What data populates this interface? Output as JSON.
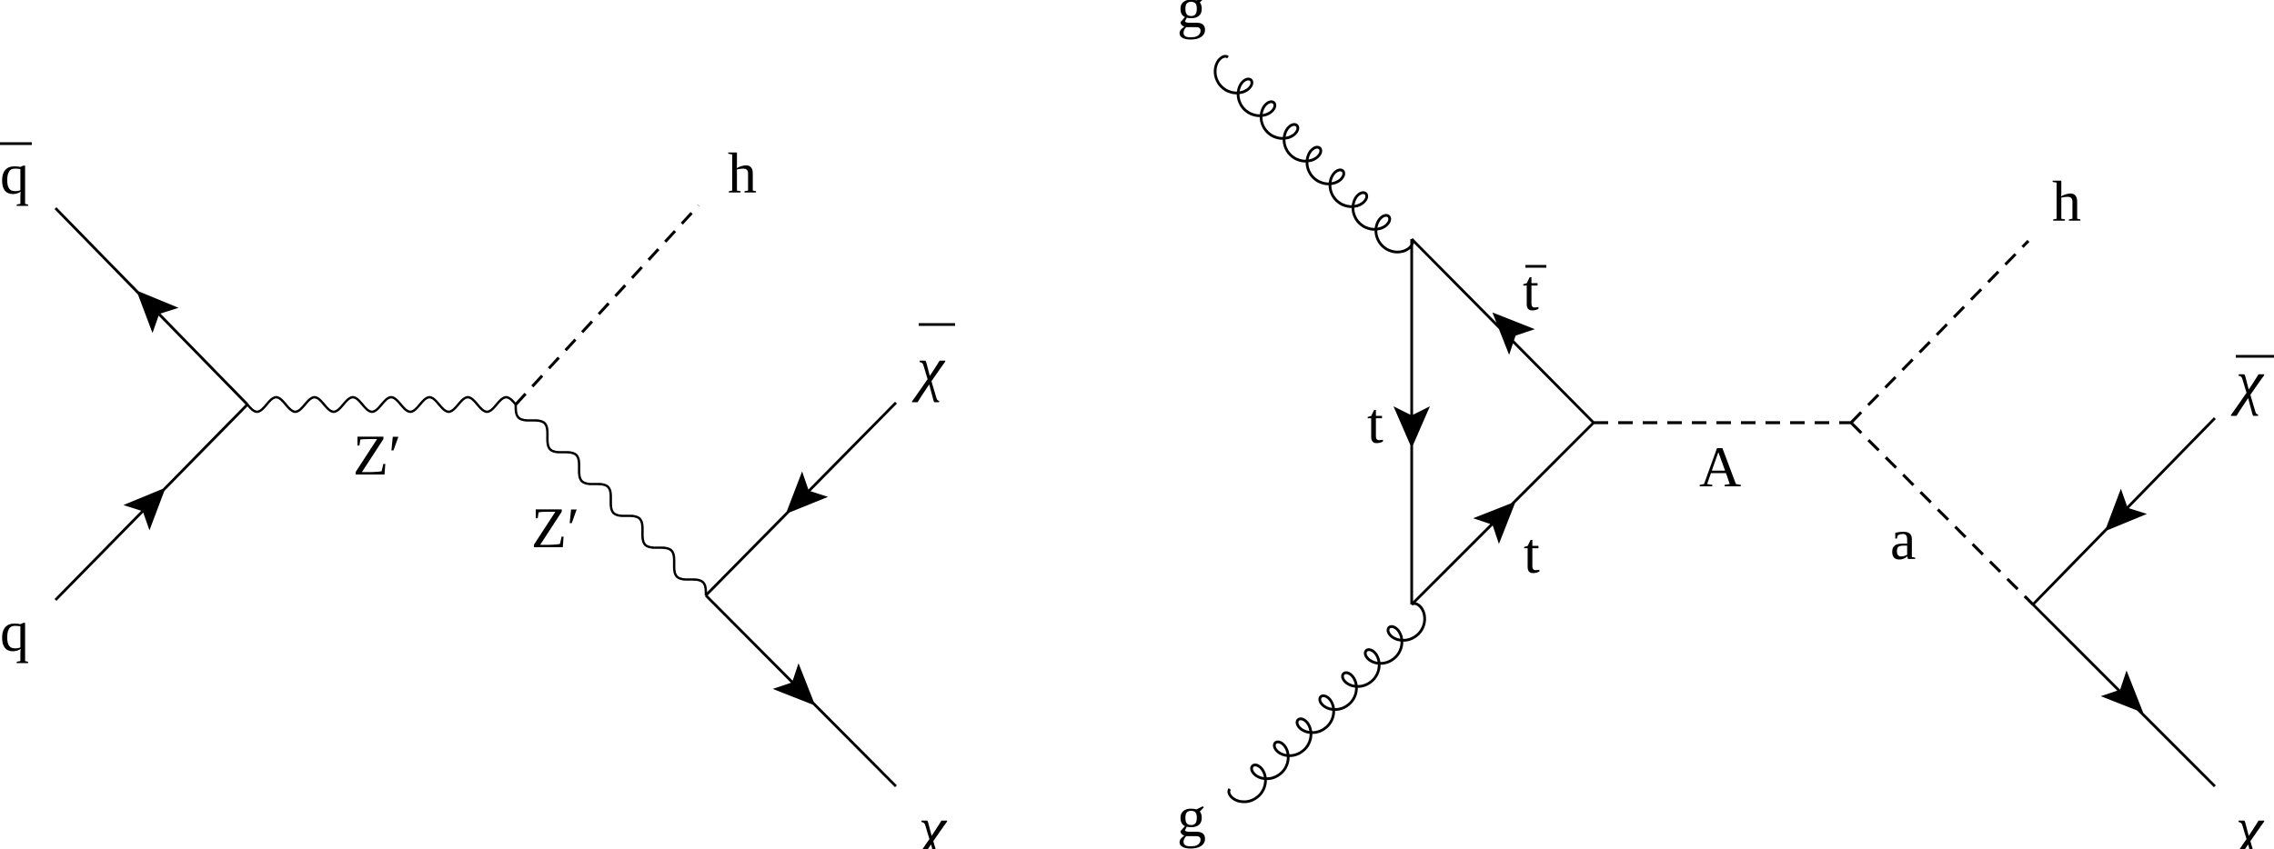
{
  "diagrams": [
    {
      "name": "qqbar-to-Zprime-h-chichi",
      "labels": {
        "qbar": "q",
        "q": "q",
        "zprime_1": "Z′",
        "zprime_2": "Z′",
        "h": "h",
        "chibar": "χ",
        "chi": "χ"
      },
      "overlines": [
        "qbar",
        "chibar"
      ],
      "propagators": [
        {
          "particle": "Z′",
          "style": "wavy"
        },
        {
          "particle": "Z′",
          "style": "wavy"
        },
        {
          "particle": "h",
          "style": "dashed"
        }
      ],
      "fermion_lines": [
        {
          "particle": "q̄",
          "arrow": "outward"
        },
        {
          "particle": "q",
          "arrow": "inward"
        },
        {
          "particle": "χ̄",
          "arrow": "inward"
        },
        {
          "particle": "χ",
          "arrow": "outward"
        }
      ]
    },
    {
      "name": "gg-to-A-to-h-a-chichi",
      "labels": {
        "g_top": "g",
        "g_bottom": "g",
        "tbar": "t",
        "t_left": "t",
        "t_bottom": "t",
        "A": "A",
        "a": "a",
        "h": "h",
        "chibar": "χ",
        "chi": "χ"
      },
      "overlines": [
        "tbar",
        "chibar"
      ],
      "propagators": [
        {
          "particle": "g",
          "style": "gluon"
        },
        {
          "particle": "g",
          "style": "gluon"
        },
        {
          "particle": "A",
          "style": "dashed"
        },
        {
          "particle": "h",
          "style": "dashed"
        },
        {
          "particle": "a",
          "style": "dashed"
        }
      ],
      "fermion_lines": [
        {
          "particle": "t",
          "arrow": "down"
        },
        {
          "particle": "t̄",
          "arrow": "up-left"
        },
        {
          "particle": "t",
          "arrow": "up-right"
        },
        {
          "particle": "χ̄",
          "arrow": "inward"
        },
        {
          "particle": "χ",
          "arrow": "outward"
        }
      ]
    }
  ]
}
